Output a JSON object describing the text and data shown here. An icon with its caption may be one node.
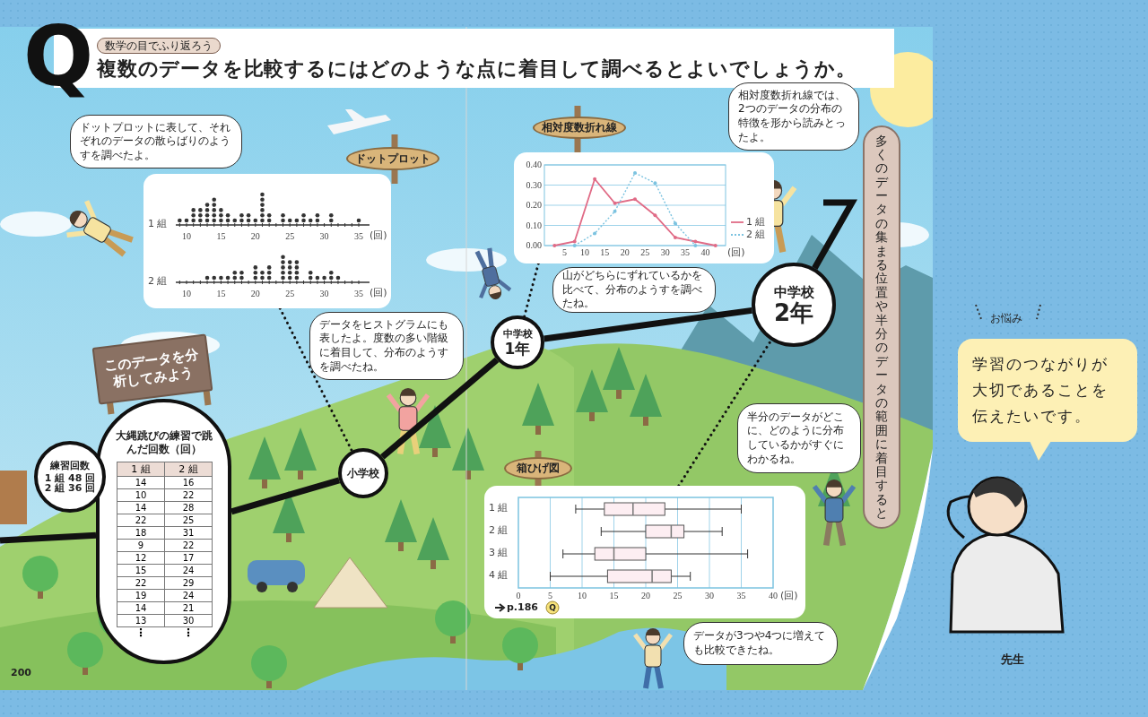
{
  "diagram": {
    "title": "複数のデータを比較するにはどのような点に着目して調べるとよいでしょうか。",
    "nodes": [
      {
        "text": [
          "ドットプロット"
        ]
      },
      {
        "text": [
          "ドットプロットに表して、それぞれのデータの散らばりのようすを調べたよ。"
        ]
      },
      {
        "text": [],
        "shape": "box"
      },
      {
        "text": [
          "データをヒストグラムにも表したよ。度数の多い階級に着目して、分布のようすを調べたね。"
        ]
      },
      {
        "text": [
          "このデータを分析してみよう"
        ]
      },
      {
        "text": [
          "大縄跳びの練習で跳んだ回数（回）"
        ]
      },
      {
        "text": [
          "練習回数",
          "1 組 48 回",
          "2 組 36 回"
        ]
      },
      {
        "text": [
          "小学校"
        ]
      },
      {
        "text": [
          "相対度数折れ線"
        ]
      },
      {
        "text": [],
        "shape": "box"
      },
      {
        "text": [
          "相対度数折れ線では、2つのデータの分布の特徴を形から読みとったよ。"
        ]
      },
      {
        "text": [
          "山がどちらにずれているかを比べて、分布のようすを調べたね。"
        ]
      },
      {
        "text": [
          "中学校",
          "1年"
        ]
      },
      {
        "text": [
          "中学校",
          "2年"
        ]
      },
      {
        "text": [
          "半分のデータがどこに、どのように分布しているかがすぐにわかるね。"
        ]
      },
      {
        "text": [
          "箱ひげ図"
        ]
      },
      {
        "text": [],
        "shape": "box"
      },
      {
        "text": [
          "データが3つや4つに増えても比較できたね。"
        ]
      },
      {
        "text": [
          "多くのデータの集まる位置や半分のデータの範囲に着目すると"
        ]
      },
      {
        "text": [
          "学習のつながりが大切であることを伝えたいです。"
        ]
      }
    ],
    "edges": [
      {
        "from": null,
        "to": 5,
        "arrow": "none"
      },
      {
        "from": 5,
        "to": 7,
        "arrow": "none"
      },
      {
        "from": 7,
        "to": 12,
        "arrow": "none"
      },
      {
        "from": 12,
        "to": 13,
        "arrow": "none"
      },
      {
        "from": 13,
        "to": null,
        "arrow": "none"
      },
      {
        "from": 2,
        "to": 7,
        "arrow": "none",
        "style": "dashed"
      },
      {
        "from": 9,
        "to": 12,
        "arrow": "none",
        "style": "dashed"
      },
      {
        "from": 16,
        "to": 13,
        "arrow": "none",
        "style": "dashed"
      }
    ],
    "labels": [
      "Q",
      "数学の目でふり返ろう",
      "1 組",
      "10",
      "15",
      "20",
      "25",
      "30",
      "35",
      "(回)",
      "2 組",
      "10",
      "15",
      "20",
      "25",
      "30",
      "35",
      "(回)",
      "1 組",
      "2 組",
      "14",
      "16",
      "10",
      "22",
      "14",
      "28",
      "22",
      "25",
      "18",
      "31",
      "9",
      "22",
      "12",
      "17",
      "15",
      "24",
      "22",
      "29",
      "19",
      "24",
      "14",
      "21",
      "13",
      "30",
      "⋮",
      "⋮",
      "1 組",
      "2 組",
      "3 組",
      "4 組",
      "0",
      "5",
      "10",
      "15",
      "20",
      "25",
      "30",
      "35",
      "40",
      "(回)",
      "p.186",
      "Q",
      "200",
      "お悩み",
      "先生"
    ],
    "chart_data": {
      "type": "line",
      "xlabel": "(回)",
      "x": [
        2.5,
        7.5,
        12.5,
        17.5,
        22.5,
        27.5,
        32.5,
        37.5,
        42.5
      ],
      "series": [
        {
          "name": "1 組",
          "color": "#e06b86",
          "values": [
            0,
            0.02,
            0.33,
            0.21,
            0.23,
            0.15,
            0.04,
            0.02,
            0
          ]
        },
        {
          "name": "2 組",
          "color": "#7cc3e0",
          "line_style": "dotted",
          "values": [
            null,
            0,
            0.06,
            0.17,
            0.36,
            0.31,
            0.11,
            0,
            null
          ]
        }
      ],
      "grid": true,
      "legend": "right",
      "xlim": [
        0,
        45
      ],
      "ylim": [
        0,
        0.4
      ],
      "xticks": [
        5,
        10,
        15,
        20,
        25,
        30,
        35,
        40
      ],
      "yticks": [
        {
          "value": 0,
          "label": "0.00"
        },
        {
          "value": 0.1,
          "label": "0.10"
        },
        {
          "value": 0.2,
          "label": "0.20"
        },
        {
          "value": 0.3,
          "label": "0.30"
        },
        {
          "value": 0.4,
          "label": "0.40"
        }
      ]
    }
  }
}
